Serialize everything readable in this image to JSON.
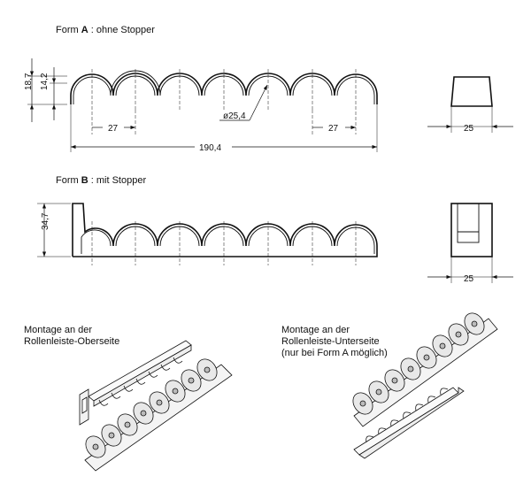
{
  "form_a": {
    "prefix": "Form ",
    "letter": "A",
    "suffix": " : ohne Stopper"
  },
  "form_b": {
    "prefix": "Form ",
    "letter": "B",
    "suffix": " : mit Stopper"
  },
  "dims": {
    "h_total": "18,7",
    "h_inner": "14,2",
    "pitch_left": "27",
    "pitch_right": "27",
    "diameter": "ø25,4",
    "length": "190,4",
    "width_a": "25",
    "h_stopper": "34,7",
    "width_b": "25"
  },
  "mount_top": "Montage an der\nRollenleiste-Oberseite",
  "mount_bottom": "Montage an der\nRollenleiste-Unterseite\n(nur bei Form A möglich)"
}
